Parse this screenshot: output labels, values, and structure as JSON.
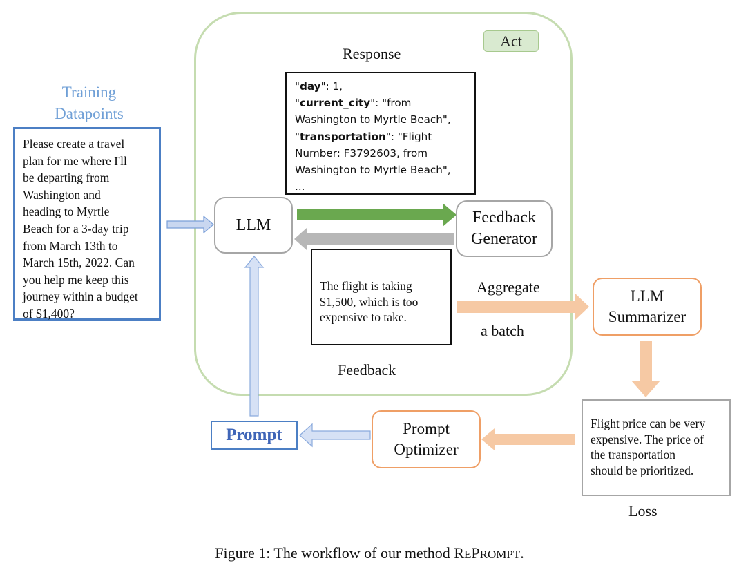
{
  "act": {
    "tag": "Act"
  },
  "training": {
    "title_line1": "Training",
    "title_line2": "Datapoints",
    "lines": [
      "Please create a travel",
      "plan for me where I'll",
      "be departing from",
      "Washington and",
      "heading to Myrtle",
      "Beach for a 3-day trip",
      "from March 13th to",
      "March 15th, 2022. Can",
      "you help me keep this",
      "journey within a budget",
      "of $1,400?"
    ]
  },
  "response": {
    "title": "Response",
    "day_key": "day",
    "day_rest": ": 1,",
    "city_key": "current_city",
    "city_rest": ": \"from",
    "city_cont": "Washington to Myrtle Beach\",",
    "transport_key": "transportation",
    "transport_rest": ": \"Flight",
    "transport_cont1": "Number: F3792603, from",
    "transport_cont2": "Washington to Myrtle Beach\",",
    "ellipsis": "..."
  },
  "nodes": {
    "llm": "LLM",
    "feedback_generator_line1": "Feedback",
    "feedback_generator_line2": "Generator",
    "summarizer_line1": "LLM",
    "summarizer_line2": "Summarizer",
    "optimizer_line1": "Prompt",
    "optimizer_line2": "Optimizer",
    "prompt": "Prompt"
  },
  "feedback": {
    "title": "Feedback",
    "lines": [
      "The flight is taking",
      "$1,500, which is too",
      "expensive to take."
    ]
  },
  "aggregate": {
    "line1": "Aggregate",
    "line2": "a batch"
  },
  "loss": {
    "title": "Loss",
    "lines": [
      "Flight price can be very",
      "expensive. The price of",
      "the transportation",
      "should be prioritized."
    ]
  },
  "caption": {
    "prefix": "Figure 1: The workflow of our method ",
    "method_r": "R",
    "method_e": "E",
    "method_p": "P",
    "method_rompt": "ROMPT",
    "suffix": "."
  },
  "colors": {
    "act_border": "#c5dcb0",
    "green_arrow": "#6aa84f",
    "gray_arrow": "#b7b7b7",
    "blue_arrow": "#c9d7f0",
    "orange_arrow": "#f6c9a4",
    "prompt_blue": "#4066b8",
    "training_title": "#6f9fd6"
  }
}
